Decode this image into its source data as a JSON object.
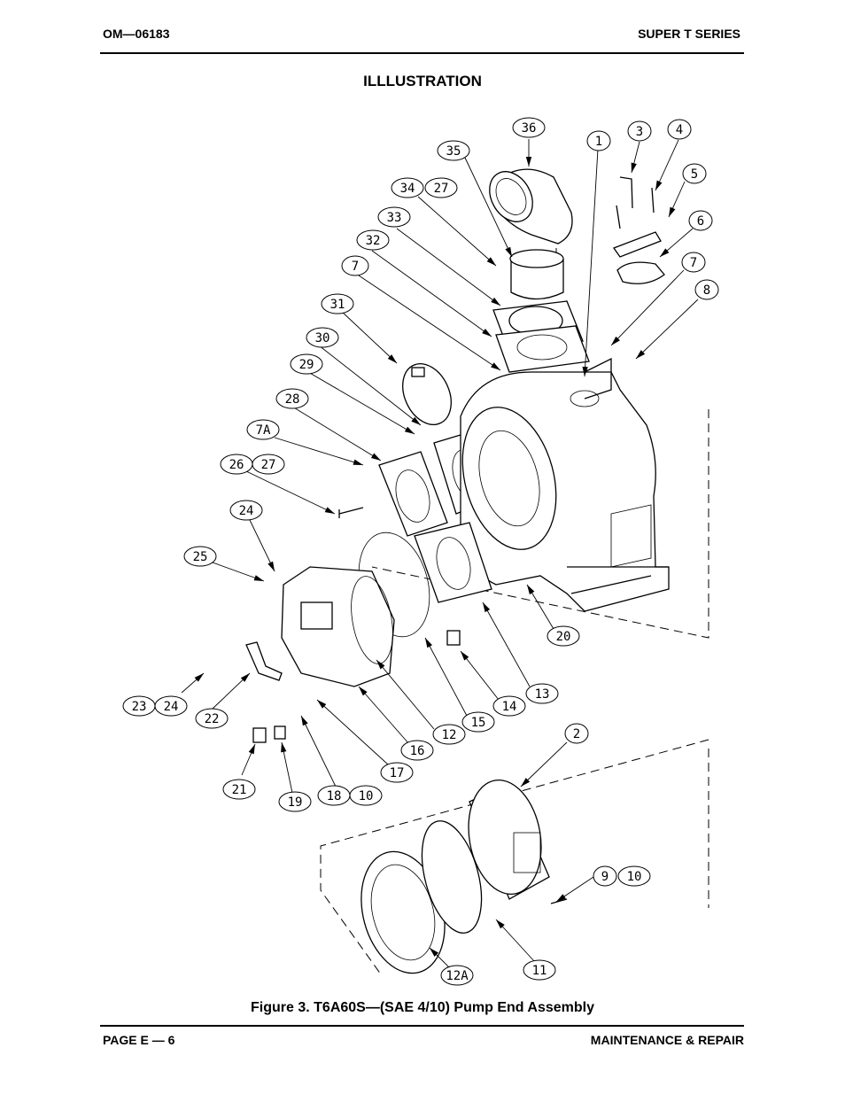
{
  "header": {
    "doc_number": "OM—06183",
    "series": "SUPER T SERIES"
  },
  "section_title": "ILLLUSTRATION",
  "caption": "Figure 3.  T6A60S—(SAE 4/10) Pump End Assembly",
  "footer": {
    "page": "PAGE E — 6",
    "section": "MAINTENANCE & REPAIR"
  },
  "callouts": [
    "36",
    "35",
    "34",
    "27",
    "33",
    "32",
    "7",
    "31",
    "30",
    "29",
    "28",
    "7A",
    "26",
    "27",
    "24",
    "25",
    "23",
    "24",
    "22",
    "21",
    "19",
    "18",
    "10",
    "17",
    "16",
    "12",
    "15",
    "14",
    "13",
    "20",
    "1",
    "3",
    "4",
    "5",
    "6",
    "7",
    "8",
    "2",
    "9",
    "10",
    "11",
    "12A"
  ]
}
